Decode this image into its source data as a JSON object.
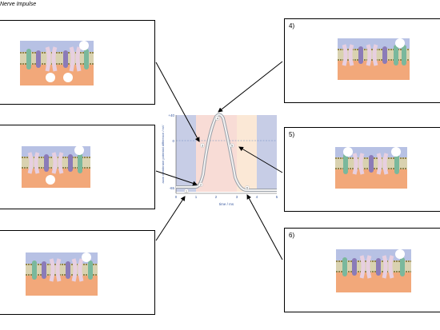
{
  "title": "Nerve Impulse",
  "panels": {
    "p4": {
      "number": "4)"
    },
    "p5": {
      "number": "5)"
    },
    "p6": {
      "number": "6)"
    }
  },
  "graph": {
    "ylabel": "axon membrane potential difference / mV",
    "xlabel": "time / ms",
    "y_ticks": [
      "+40",
      "0",
      "-65"
    ],
    "x_ticks": [
      "0",
      "1",
      "2",
      "3",
      "4",
      "5"
    ],
    "stage_labels": [
      "1",
      "2",
      "3",
      "4",
      "5",
      "6"
    ]
  },
  "colors": {
    "blue_band": "#c7cde6",
    "pink_band": "#f8dcd6",
    "peach_band": "#fbe8d6",
    "trace": "#9aa0a8",
    "dashed": "#6a8cc0",
    "membrane_bg": "#b7c1e4",
    "cytoplasm": "#f2a87a",
    "lipid": "#7a6a2a",
    "channel_green": "#7ab89c",
    "channel_pink": "#e7cfe0",
    "channel_purple": "#8b7bb8"
  }
}
